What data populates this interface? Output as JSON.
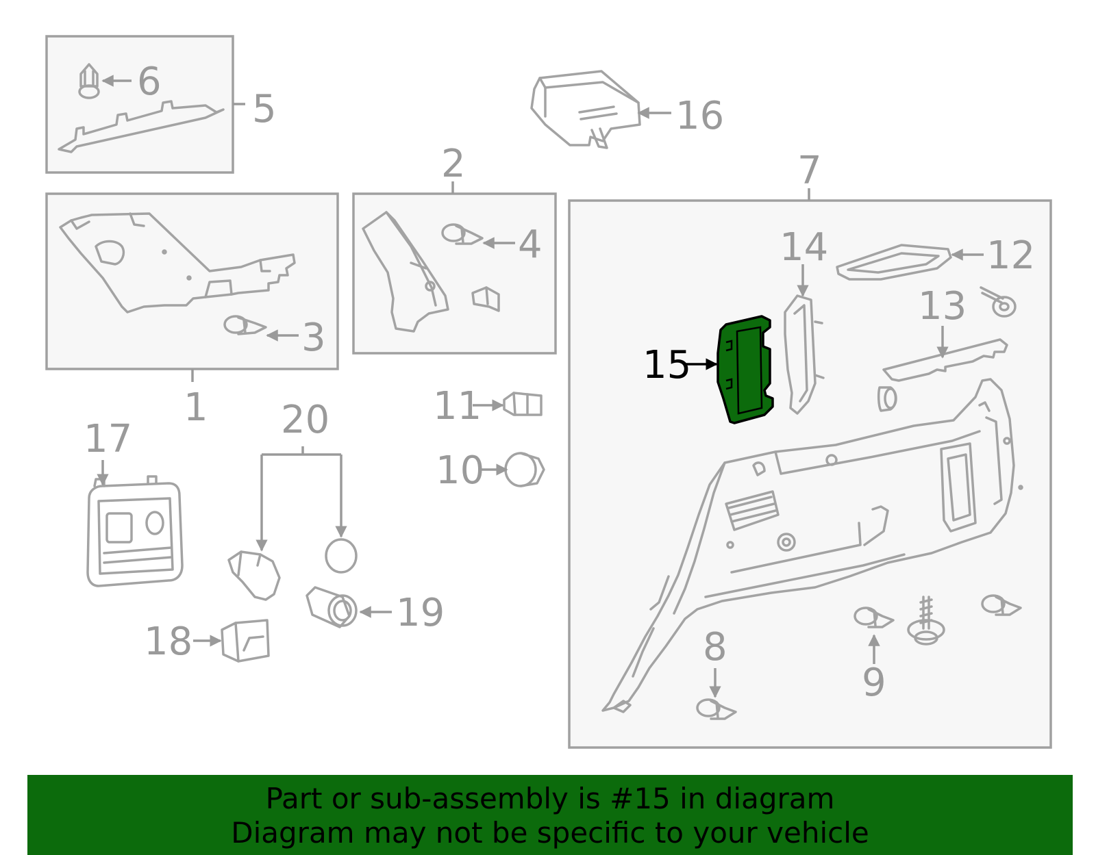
{
  "colors": {
    "highlight_fill": "#0c6b0c",
    "banner_bg": "#0c6b0c",
    "line_gray": "#a3a3a3",
    "text_gray": "#9a9a9a",
    "box_bg": "#f7f7f7"
  },
  "callouts": {
    "c1": "1",
    "c2": "2",
    "c3": "3",
    "c4": "4",
    "c5": "5",
    "c6": "6",
    "c7": "7",
    "c8": "8",
    "c9": "9",
    "c10": "10",
    "c11": "11",
    "c12": "12",
    "c13": "13",
    "c14": "14",
    "c15": "15",
    "c16": "16",
    "c17": "17",
    "c18": "18",
    "c19": "19",
    "c20": "20"
  },
  "highlighted_part": "15",
  "banner": {
    "line1": "Part or sub-assembly is #15 in diagram",
    "line2": "Diagram may not be specific to your vehicle"
  }
}
